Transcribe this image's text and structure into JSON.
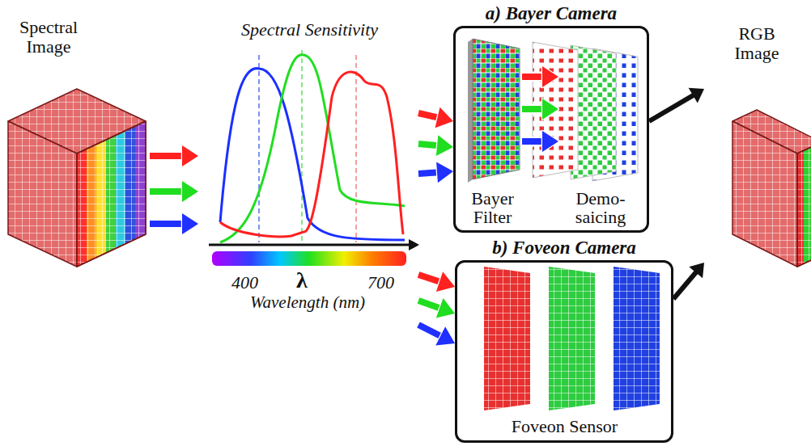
{
  "diagram": {
    "nodes": [
      {
        "text": [
          "Spectral Image"
        ]
      },
      {
        "text": [
          "Spectral Sensitivity"
        ]
      },
      {
        "text": [
          "a) Bayer Camera"
        ]
      },
      {
        "text": [
          "Bayer Filter"
        ],
        "in": 2
      },
      {
        "text": [
          "Demo- saicing"
        ],
        "in": 2
      },
      {
        "text": [
          "b) Foveon Camera"
        ]
      },
      {
        "text": [
          "Foveon Sensor"
        ],
        "in": 5
      },
      {
        "text": [
          "RGB Image"
        ]
      }
    ],
    "edges": [
      {
        "from": 0,
        "to": 1,
        "arrow": "to"
      },
      {
        "from": 0,
        "to": 1,
        "arrow": "to"
      },
      {
        "from": 0,
        "to": 1,
        "arrow": "to"
      },
      {
        "from": 1,
        "to": 2,
        "arrow": "to"
      },
      {
        "from": 1,
        "to": 2,
        "arrow": "to"
      },
      {
        "from": 1,
        "to": 2,
        "arrow": "to"
      },
      {
        "from": 1,
        "to": 5,
        "arrow": "to"
      },
      {
        "from": 1,
        "to": 5,
        "arrow": "to"
      },
      {
        "from": 1,
        "to": 5,
        "arrow": "to"
      },
      {
        "from": 3,
        "to": 4,
        "arrow": "to"
      },
      {
        "from": 3,
        "to": 4,
        "arrow": "to"
      },
      {
        "from": 3,
        "to": 4,
        "arrow": "to"
      },
      {
        "from": 2,
        "to": 7,
        "arrow": "to"
      },
      {
        "from": 5,
        "to": 7,
        "arrow": "to"
      }
    ],
    "labels": [
      "400",
      "λ",
      "700",
      "Wavelength (nm)"
    ]
  }
}
